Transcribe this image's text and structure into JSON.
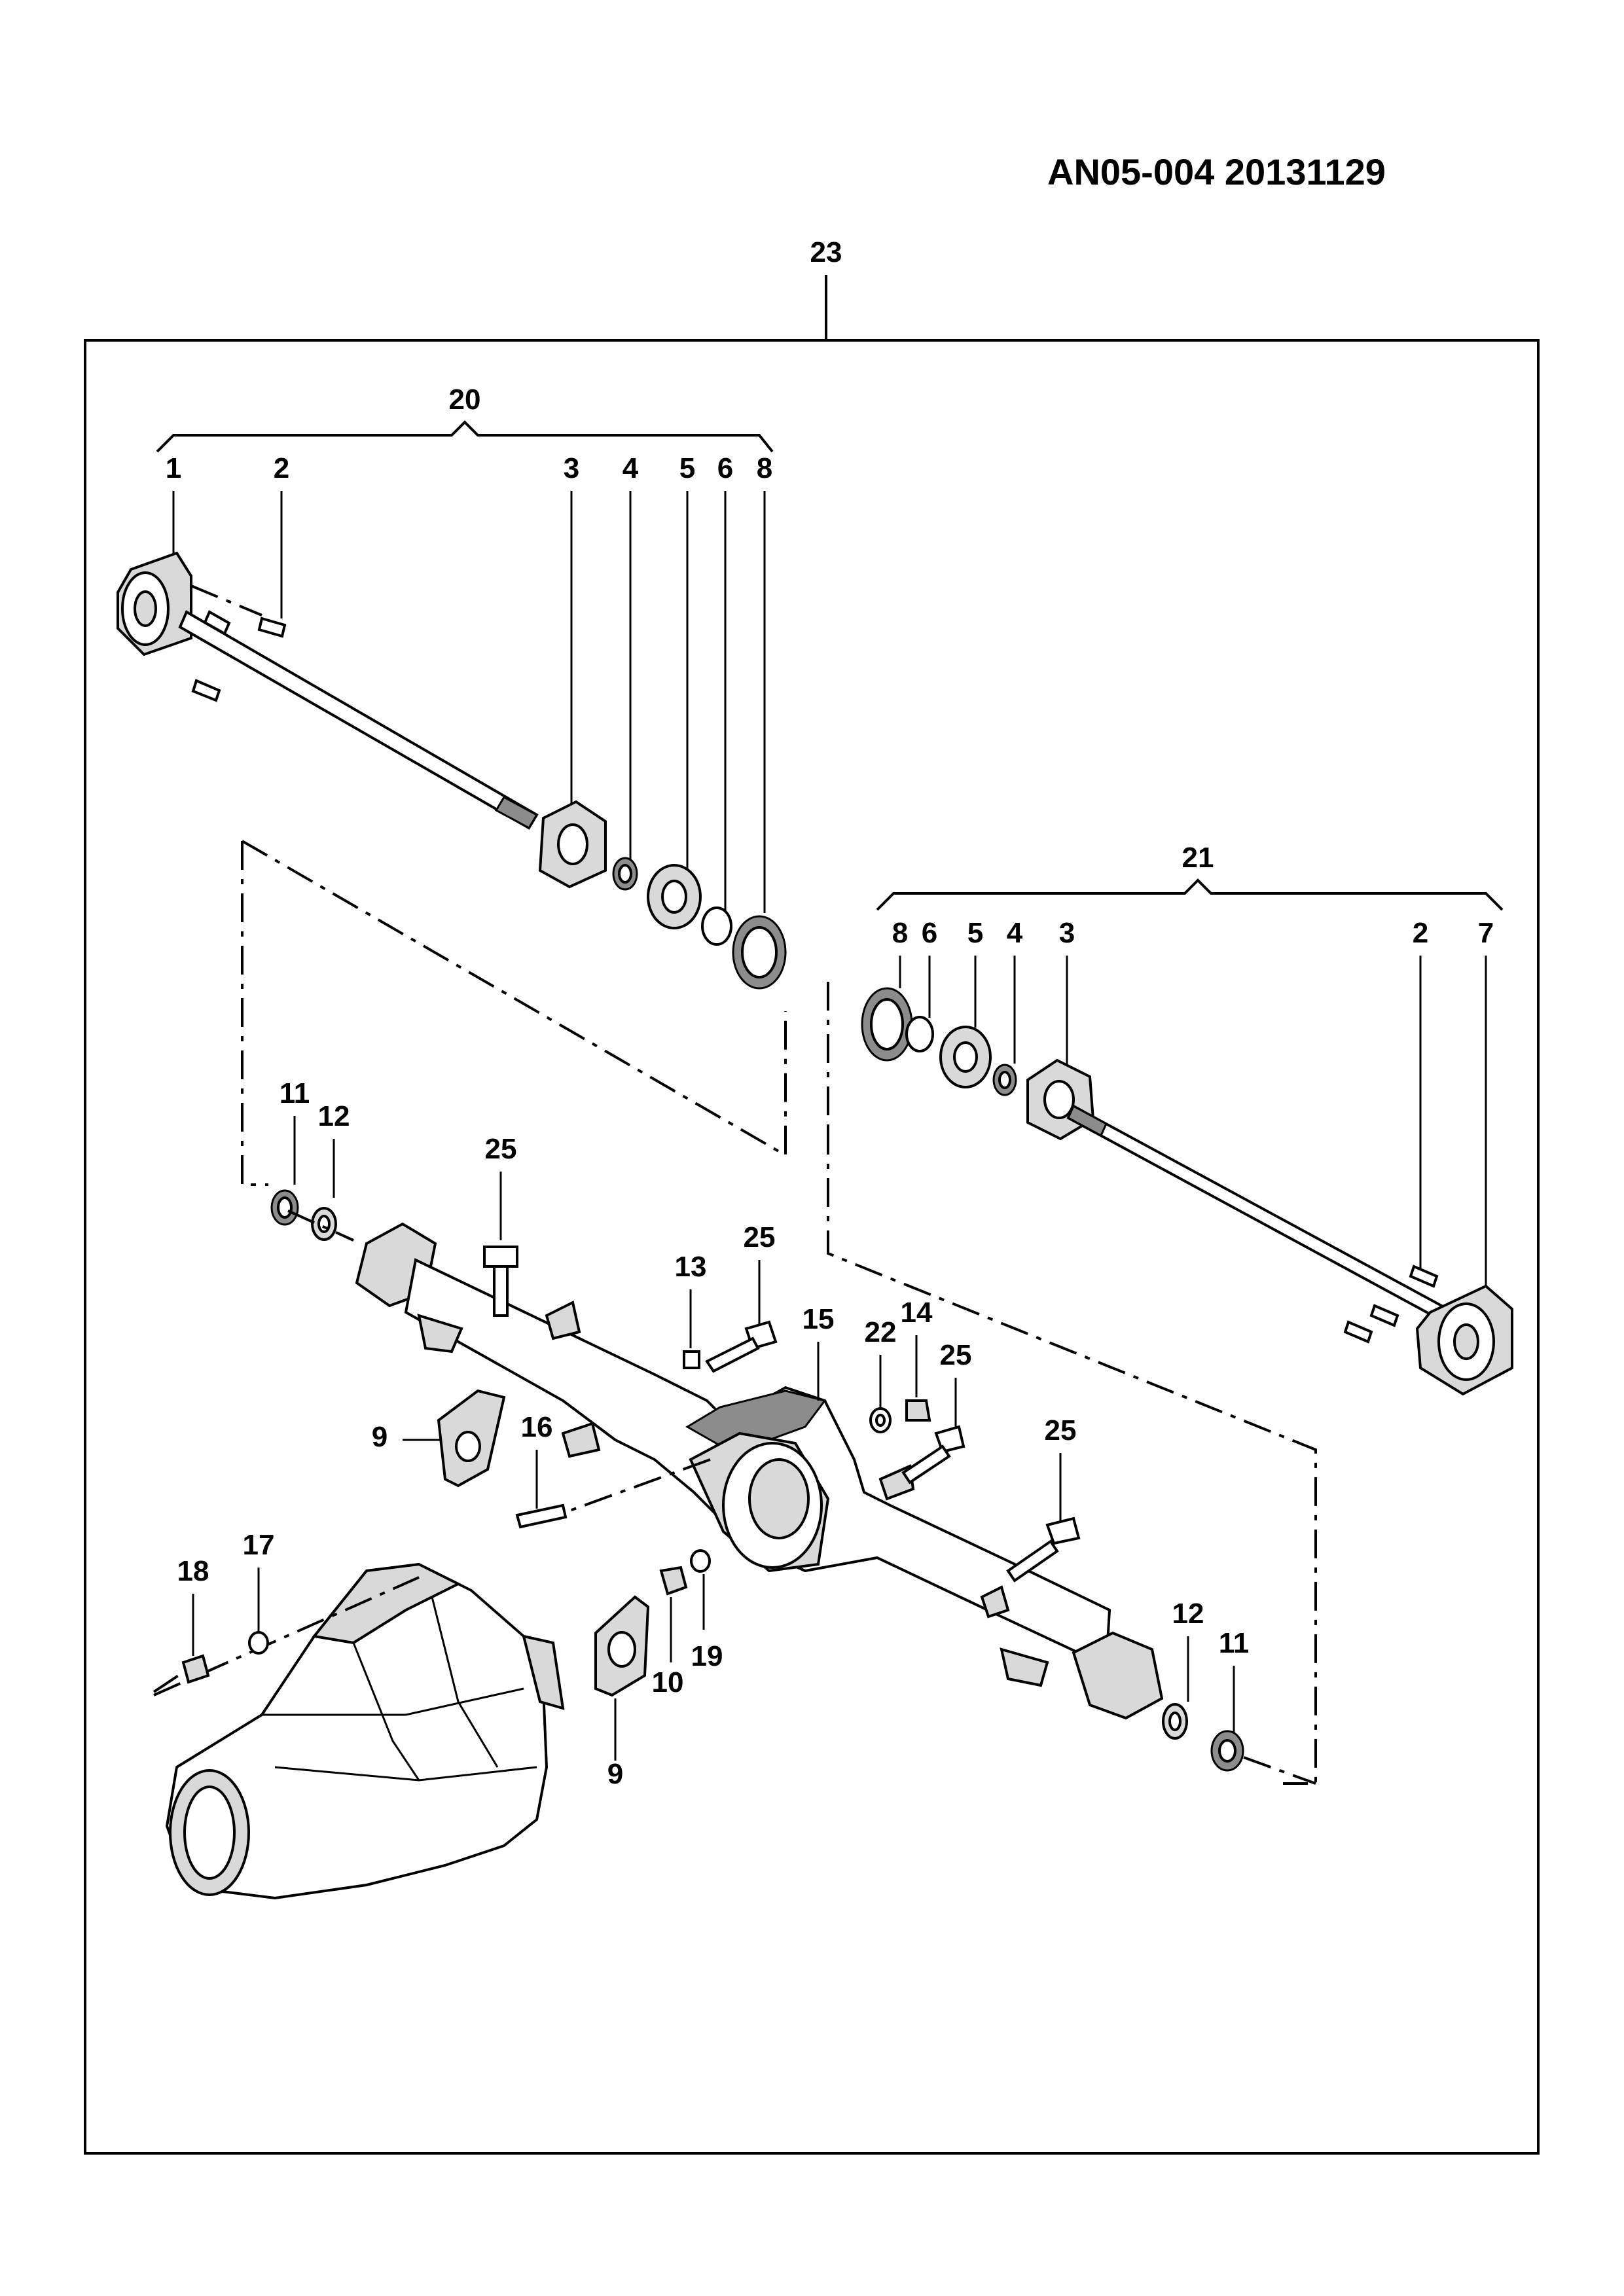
{
  "header": {
    "doc_code": "AN05-004  20131129"
  },
  "labels": {
    "assembly_23": "23",
    "group_20": "20",
    "group_21": "21",
    "l20_1": "1",
    "l20_2": "2",
    "l20_3": "3",
    "l20_4": "4",
    "l20_5": "5",
    "l20_6": "6",
    "l20_8": "8",
    "l21_8": "8",
    "l21_6": "6",
    "l21_5": "5",
    "l21_4": "4",
    "l21_3": "3",
    "l21_2": "2",
    "l21_7": "7",
    "l11_left": "11",
    "l12_left": "12",
    "l25_a": "25",
    "l25_b": "25",
    "l25_c": "25",
    "l25_d": "25",
    "l13": "13",
    "l15": "15",
    "l22": "22",
    "l14": "14",
    "l9_top": "9",
    "l16": "16",
    "l17": "17",
    "l18": "18",
    "l10": "10",
    "l19": "19",
    "l9_bottom": "9",
    "l12_right": "12",
    "l11_right": "11"
  }
}
